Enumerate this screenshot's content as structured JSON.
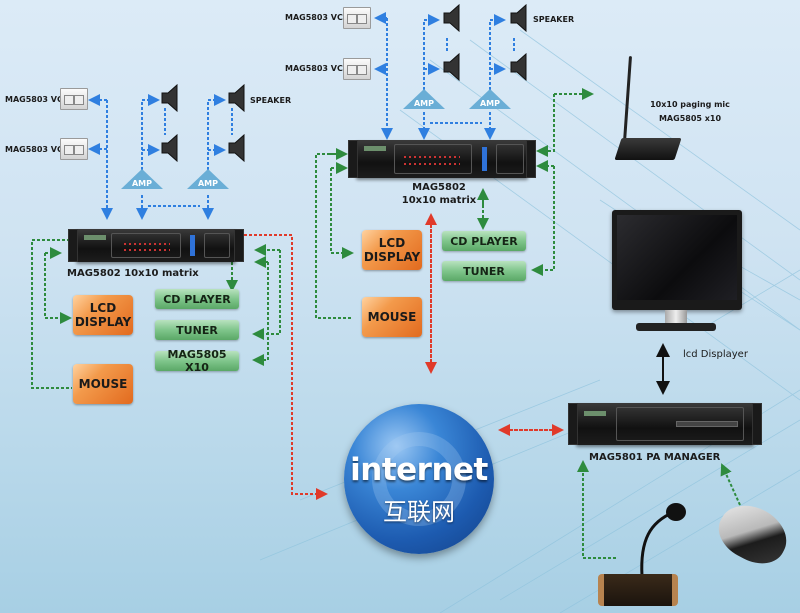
{
  "title": "MAG5802 10x10 matrix PA network diagram",
  "colors": {
    "audio_link": "#2f7fe0",
    "control_link": "#2e8b3e",
    "network_link": "#e03a2a",
    "display_link": "#111111",
    "orange_box": "#e8772a",
    "green_box": "#6ab676",
    "internet_globe": "#1d5bb0"
  },
  "left_system": {
    "vc_labels": [
      "MAG5803 VC",
      "MAG5803 VC"
    ],
    "speaker_label": "SPEAKER",
    "amp_labels": [
      "AMP",
      "AMP"
    ],
    "matrix_label": "MAG5802  10x10 matrix",
    "orange_boxes": [
      {
        "label_line1": "LCD",
        "label_line2": "DISPLAY"
      },
      {
        "label_line1": "MOUSE",
        "label_line2": ""
      }
    ],
    "green_boxes": [
      "CD PLAYER",
      "TUNER",
      "MAG5805 X10"
    ]
  },
  "center_system": {
    "vc_labels": [
      "MAG5803  VC",
      "MAG5803  VC"
    ],
    "speaker_label": "SPEAKER",
    "amp_labels": [
      "AMP",
      "AMP"
    ],
    "matrix_label_line1": "MAG5802",
    "matrix_label_line2": "10x10 matrix",
    "orange_boxes": [
      {
        "label_line1": "LCD",
        "label_line2": "DISPLAY"
      },
      {
        "label_line1": "MOUSE",
        "label_line2": ""
      }
    ],
    "green_boxes": [
      "CD PLAYER",
      "TUNER"
    ]
  },
  "paging_mic": {
    "label_line1": "10x10 paging mic",
    "label_line2": "MAG5805 x10"
  },
  "monitor": {
    "label": "lcd Displayer"
  },
  "pa_manager": {
    "label": "MAG5801  PA MANAGER"
  },
  "internet": {
    "title": "internet",
    "subtitle": "互联网"
  },
  "icons": {
    "volume_control": "wall-plate",
    "speaker": "horn-speaker",
    "amp": "triangle",
    "matrix": "rack-unit",
    "paging_mic": "gooseneck-mic-keypad",
    "desk_mic": "gooseneck-mic",
    "mouse": "computer-mouse",
    "monitor": "lcd-monitor",
    "internet": "globe-at"
  }
}
